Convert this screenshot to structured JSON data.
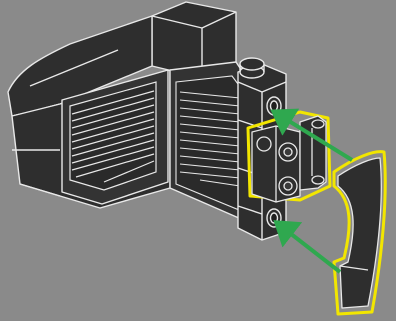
{
  "instruction_step": {
    "colors": {
      "background": "#8a8a8a",
      "brick_fill": "#2e2e2e",
      "brick_fill_light": "#3a3a3a",
      "edge_line": "#e8e8e8",
      "highlight_outline": "#f2e600",
      "arrow": "#2fa84f"
    },
    "assembled_model": {
      "name": "body-with-grille-panels"
    },
    "new_parts": [
      {
        "name": "plate-with-clips-and-studs",
        "highlighted": true
      },
      {
        "name": "curved-slope-panel",
        "highlighted": true
      }
    ],
    "arrows": [
      {
        "name": "upper-attach-arrow",
        "icon": "arrow-left-up"
      },
      {
        "name": "lower-attach-arrow",
        "icon": "arrow-left-up"
      }
    ]
  }
}
